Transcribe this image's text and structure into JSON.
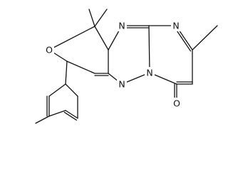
{
  "diagram": {
    "type": "chemical-structure",
    "atom_labels": {
      "ring_oxygen": "O",
      "carbonyl_oxygen": "O",
      "imine_nitrogen_top_left": "N",
      "imine_nitrogen_top_right": "N",
      "bridge_nitrogen": "N",
      "azo_nitrogen_bottom": "N"
    },
    "colors": {
      "bond": "#111111",
      "label": "#111111",
      "background": "#ffffff"
    }
  }
}
